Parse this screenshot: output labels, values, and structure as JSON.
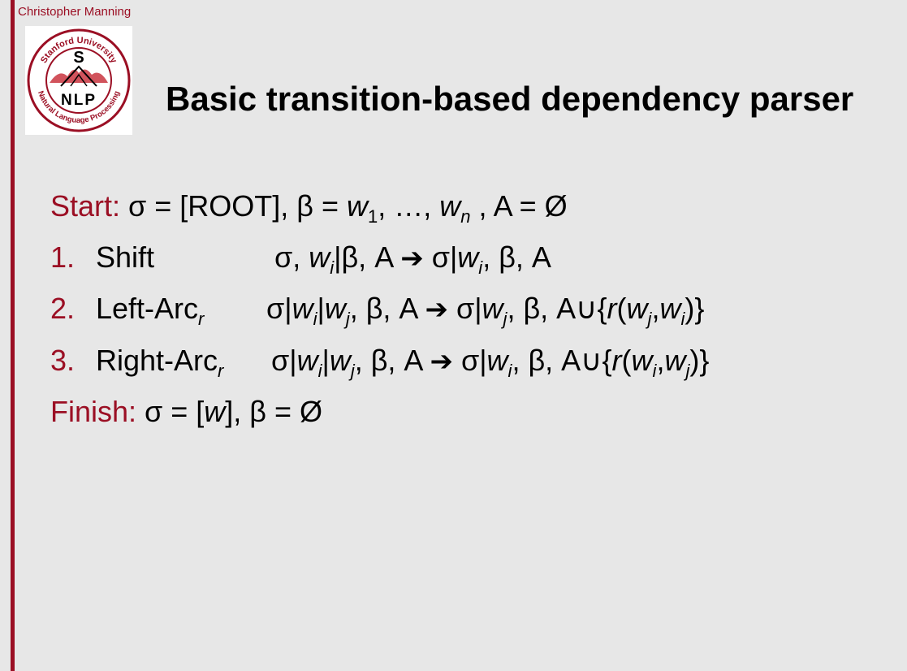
{
  "header": {
    "author": "Christopher Manning",
    "title": "Basic transition-based dependency parser"
  },
  "logo": {
    "top_text": "Stanford University",
    "bottom_text": "Natural Language Processing",
    "letter": "S",
    "acronym": "NLP"
  },
  "rules": {
    "start": {
      "label": "Start:",
      "expr_prefix": "σ = [ROOT], β = ",
      "w": "w",
      "sub1": "1",
      "ellipsis": ", …, ",
      "subn": "n",
      "suffix": " , A = Ø"
    },
    "items": [
      {
        "num": "1.",
        "name": "Shift"
      },
      {
        "num": "2.",
        "name": "Left-Arc",
        "name_sub": "r"
      },
      {
        "num": "3.",
        "name": "Right-Arc",
        "name_sub": "r"
      }
    ],
    "finish": {
      "label": "Finish:",
      "expr_prefix": " σ = [",
      "w": "w",
      "expr_suffix": "], β = Ø"
    }
  },
  "colors": {
    "accent": "#9b0f24",
    "background": "#e7e7e7"
  }
}
